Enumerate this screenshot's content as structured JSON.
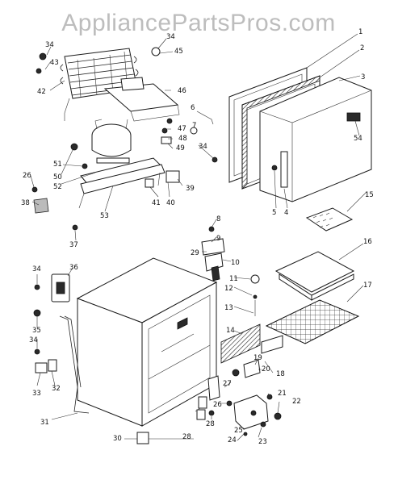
{
  "watermark": "AppliancePartsPros.com",
  "labels": [
    "1",
    "2",
    "3",
    "54",
    "34",
    "43",
    "34",
    "45",
    "42",
    "46",
    "6",
    "7",
    "47",
    "48",
    "49",
    "34",
    "50",
    "51",
    "52",
    "26",
    "38",
    "53",
    "39",
    "40",
    "41",
    "37",
    "5",
    "4",
    "15",
    "8",
    "9",
    "29",
    "10",
    "11",
    "12",
    "13",
    "16",
    "17",
    "34",
    "36",
    "35",
    "34",
    "33",
    "32",
    "31",
    "14",
    "18",
    "19",
    "20",
    "27",
    "26",
    "21",
    "22",
    "25",
    "23",
    "24",
    "28",
    "30",
    "28"
  ],
  "colors": {
    "line": "#222222",
    "watermark": "#bdbdbd"
  }
}
